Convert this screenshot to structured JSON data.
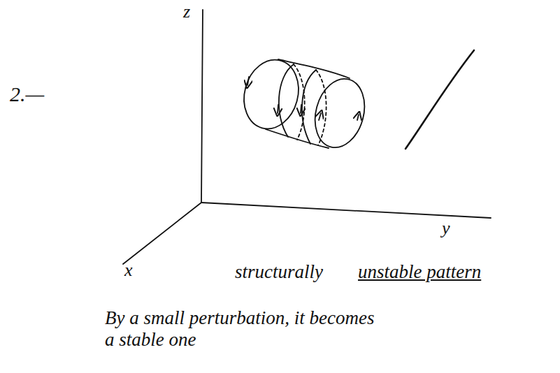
{
  "diagram": {
    "labels": [
      "2.—",
      "z",
      "y",
      "x",
      "structurally",
      "unstable pattern",
      "By a small perturbation, it becomes a stable one"
    ]
  }
}
